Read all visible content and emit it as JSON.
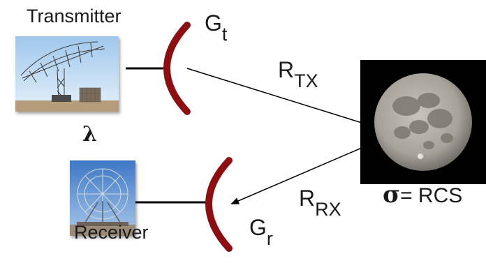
{
  "labels": {
    "transmitter": "Transmitter",
    "receiver": "Receiver",
    "wavelength": "λ",
    "gain_tx_symbol": "G",
    "gain_tx_sub": "t",
    "gain_rx_symbol": "G",
    "gain_rx_sub": "r",
    "range_tx_symbol": "R",
    "range_tx_sub": "TX",
    "range_rx_symbol": "R",
    "range_rx_sub": "RX",
    "rcs_symbol": "σ",
    "rcs_text": "= RCS"
  },
  "colors": {
    "dish": "#8b0f12",
    "line": "#000000",
    "text": "#1a1a1a"
  }
}
